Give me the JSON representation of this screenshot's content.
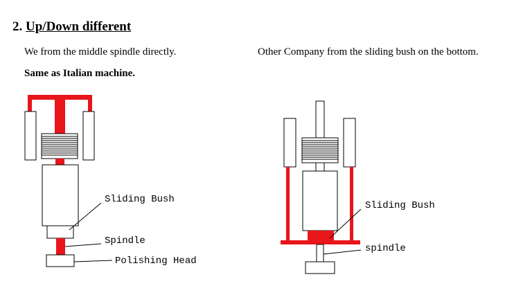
{
  "section": {
    "number": "2.",
    "title": "Up/Down different"
  },
  "left": {
    "caption": "We from the middle spindle directly.",
    "note": "Same as Italian machine.",
    "labels": {
      "sliding_bush": "Sliding Bush",
      "spindle": "Spindle",
      "polishing_head": "Polishing Head"
    }
  },
  "right": {
    "caption": "Other Company from the sliding bush on the bottom.",
    "labels": {
      "sliding_bush": "Sliding Bush",
      "spindle": "spindle"
    }
  },
  "colors": {
    "highlight": "#e8151b",
    "line": "#000000",
    "fill": "#ffffff"
  }
}
